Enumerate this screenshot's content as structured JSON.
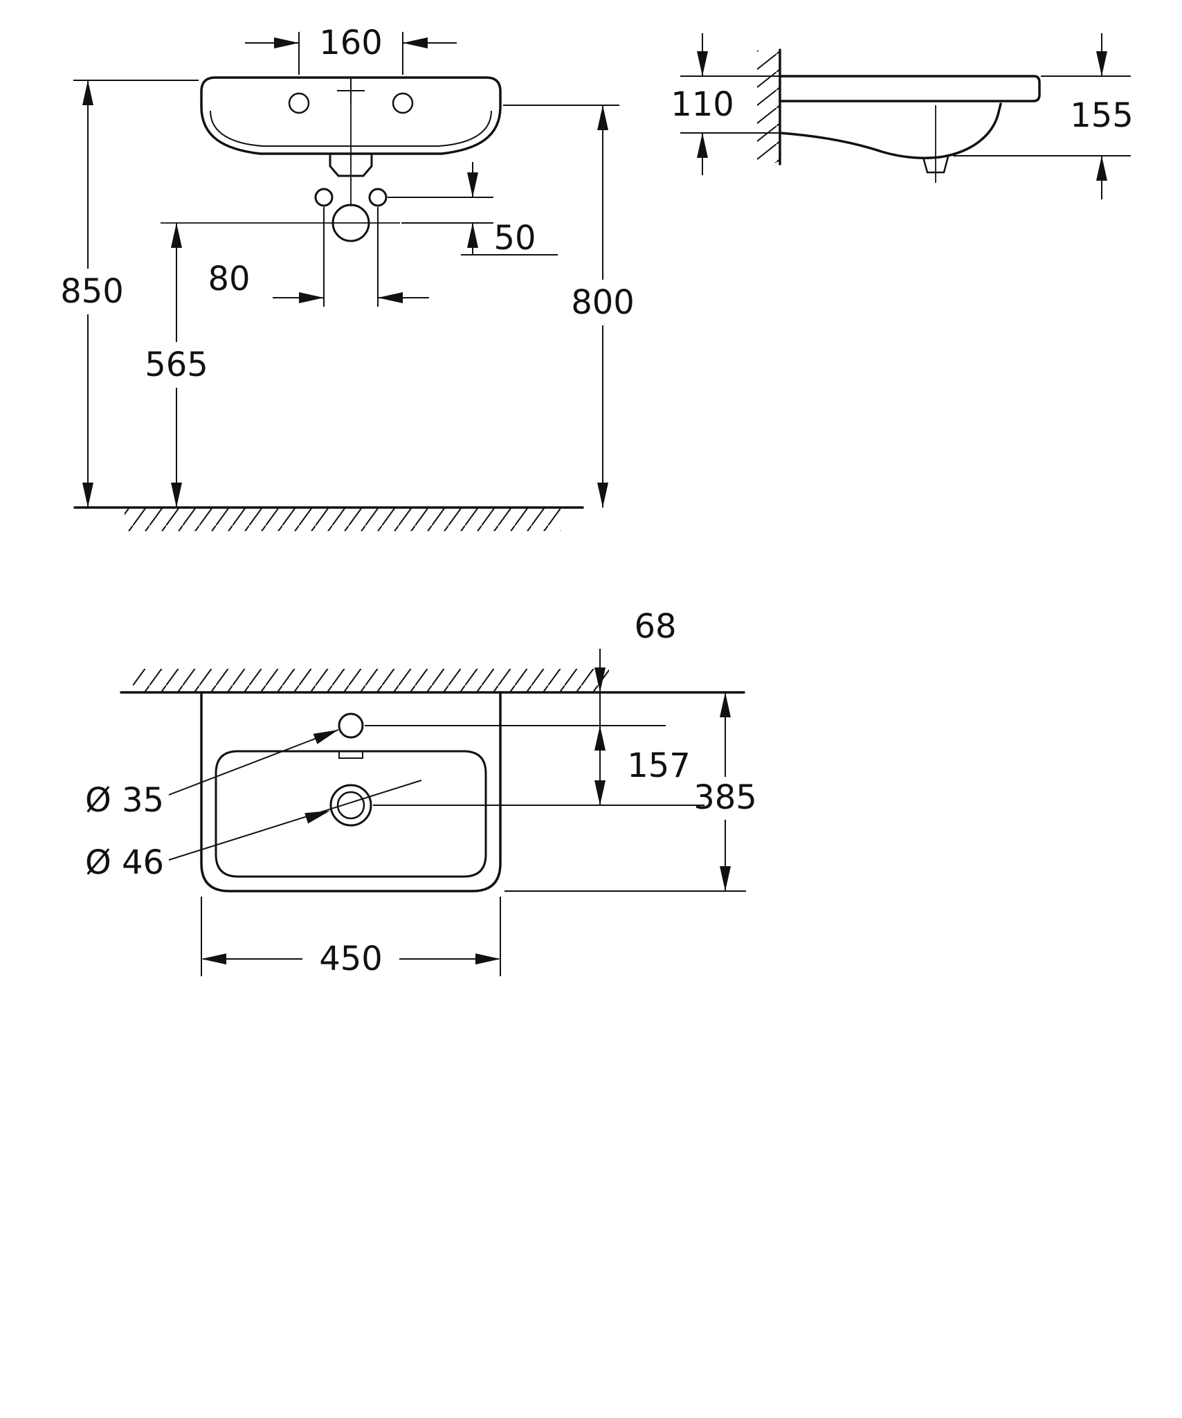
{
  "drawing": {
    "units": "mm",
    "line_color": "#111111",
    "background_color": "#ffffff"
  },
  "front_view": {
    "tap_hole_spacing": "160",
    "mounting_hole_spacing": "80",
    "holes_to_drain_offset": "50",
    "height_to_rim": "850",
    "height_to_underside": "800",
    "height_to_trap": "565"
  },
  "side_view": {
    "rear_profile_height": "110",
    "basin_depth_height": "155"
  },
  "top_view": {
    "wall_to_tap_hole": "68",
    "tap_hole_to_drain": "157",
    "basin_depth": "385",
    "basin_width": "450",
    "tap_hole_diameter": "Ø 35",
    "drain_diameter": "Ø 46"
  }
}
